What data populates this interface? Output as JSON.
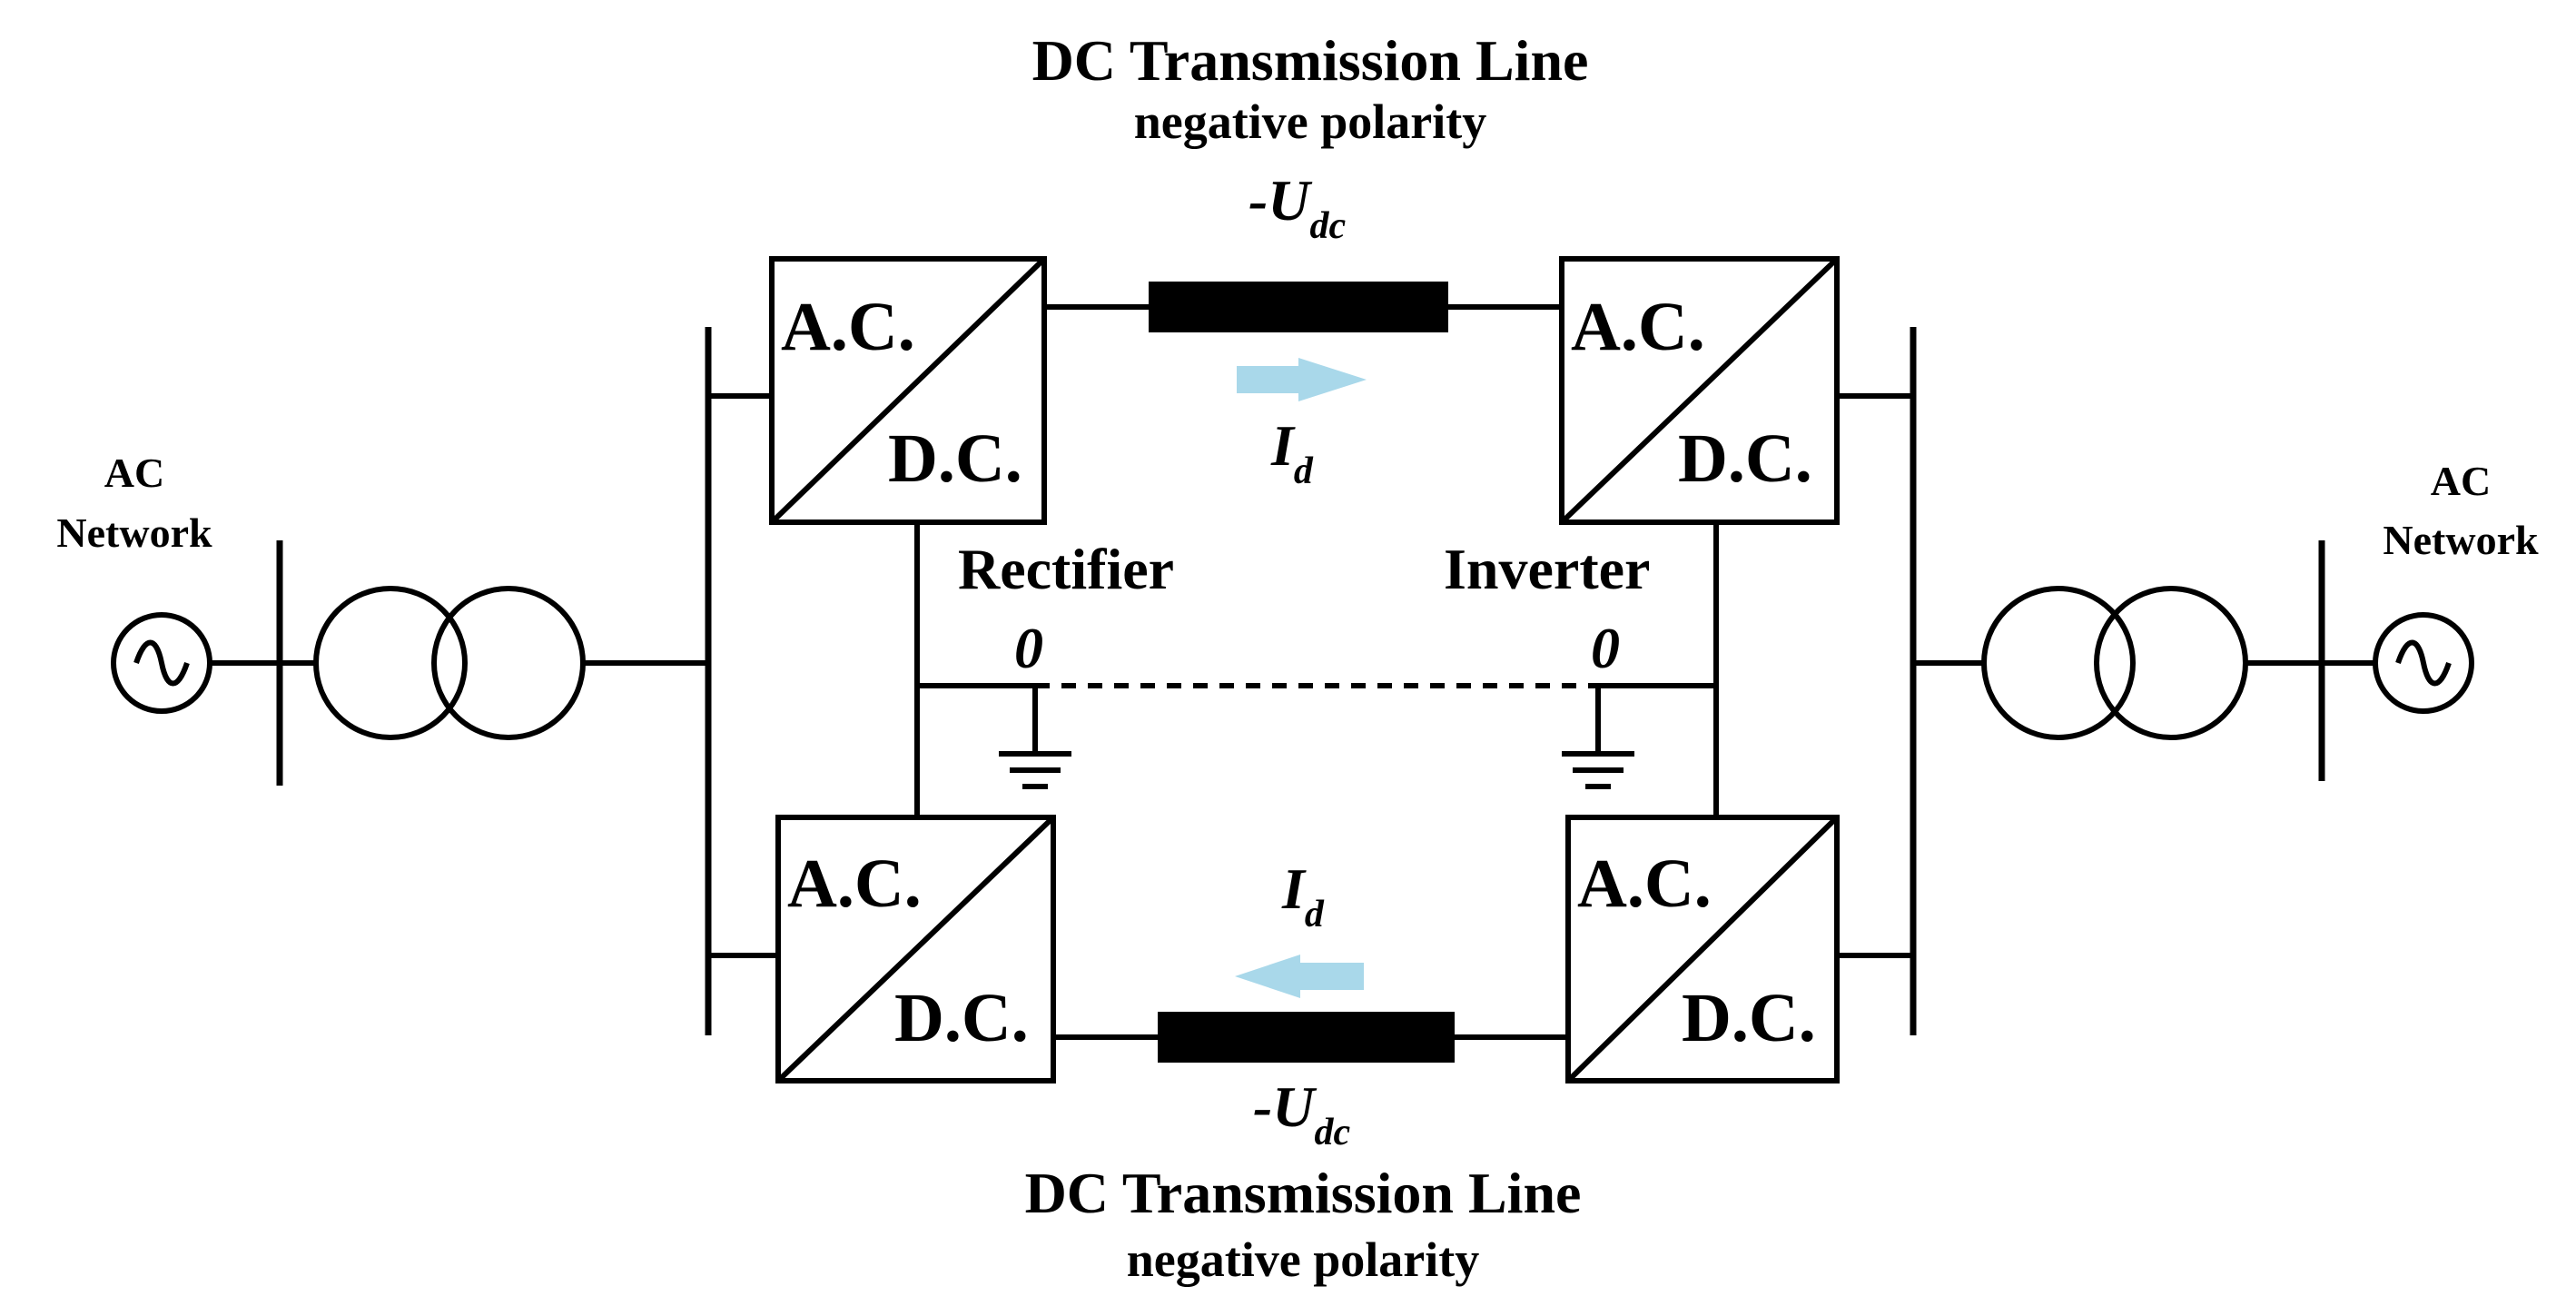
{
  "labels": {
    "top_line_title": "DC Transmission Line",
    "top_line_polarity": "negative polarity",
    "bottom_line_title": "DC Transmission Line",
    "bottom_line_polarity": "negative polarity",
    "rectifier": "Rectifier",
    "inverter": "Inverter",
    "ac_network": "AC",
    "ac_network_2": "Network",
    "converter_ac": "A.C.",
    "converter_dc": "D.C.",
    "zero": "0",
    "udc_prefix": "-U",
    "udc_sub": "dc",
    "id_main": "I",
    "id_sub": "d"
  },
  "colors": {
    "line": "#000000",
    "current_arrow": "#a9d8ea"
  }
}
